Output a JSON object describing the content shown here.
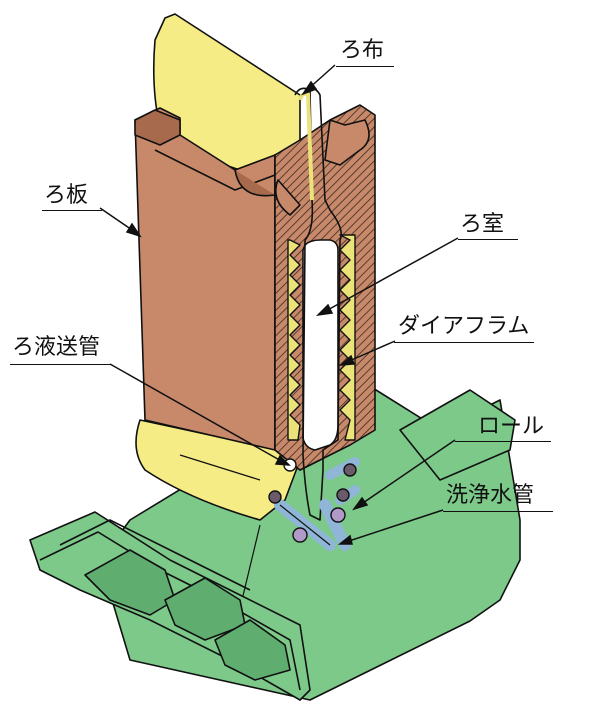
{
  "labels": {
    "filter_cloth": "ろ布",
    "filter_plate": "ろ板",
    "filter_chamber": "ろ室",
    "diaphragm": "ダイアフラム",
    "filtrate_pipe": "ろ液送管",
    "roll": "ロール",
    "wash_water_pipe": "洗浄水管"
  },
  "colors": {
    "cloth": "#f5ec86",
    "plate": "#c8896a",
    "plate_dark": "#a86a4d",
    "base": "#7cc98a",
    "base_dark": "#5fae70",
    "wash_pipe": "#8fb6d6",
    "roll": "#b29ac8",
    "diaphragm": "#ece27a"
  }
}
